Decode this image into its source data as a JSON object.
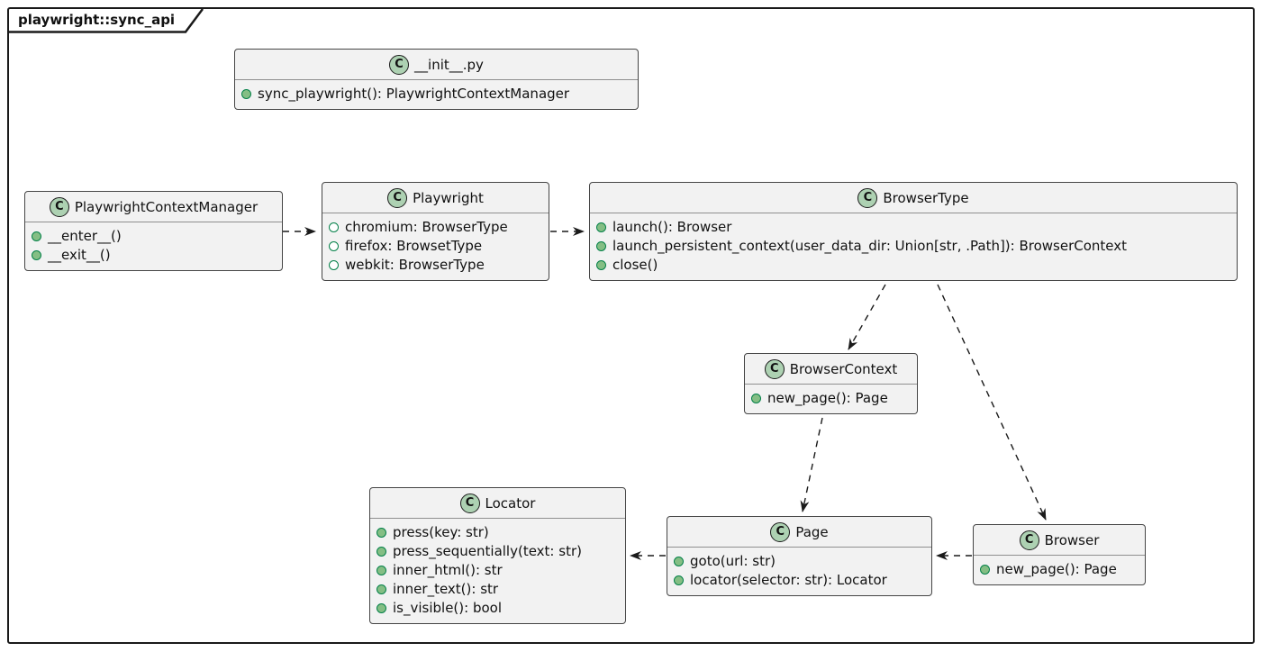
{
  "frame": {
    "label": "playwright::sync_api"
  },
  "classes": [
    {
      "name": "__init__.py",
      "stereotype": "C",
      "members": [
        {
          "kind": "method",
          "text": "sync_playwright(): PlaywrightContextManager"
        }
      ]
    },
    {
      "name": "PlaywrightContextManager",
      "stereotype": "C",
      "members": [
        {
          "kind": "method",
          "text": "__enter__()"
        },
        {
          "kind": "method",
          "text": "__exit__()"
        }
      ]
    },
    {
      "name": "Playwright",
      "stereotype": "C",
      "members": [
        {
          "kind": "field",
          "text": "chromium: BrowserType"
        },
        {
          "kind": "field",
          "text": "firefox: BrowsetType"
        },
        {
          "kind": "field",
          "text": "webkit: BrowserType"
        }
      ]
    },
    {
      "name": "BrowserType",
      "stereotype": "C",
      "members": [
        {
          "kind": "method",
          "text": "launch(): Browser"
        },
        {
          "kind": "method",
          "text": "launch_persistent_context(user_data_dir: Union[str, .Path]): BrowserContext"
        },
        {
          "kind": "method",
          "text": "close()"
        }
      ]
    },
    {
      "name": "BrowserContext",
      "stereotype": "C",
      "members": [
        {
          "kind": "method",
          "text": "new_page(): Page"
        }
      ]
    },
    {
      "name": "Locator",
      "stereotype": "C",
      "members": [
        {
          "kind": "method",
          "text": "press(key: str)"
        },
        {
          "kind": "method",
          "text": "press_sequentially(text: str)"
        },
        {
          "kind": "method",
          "text": "inner_html(): str"
        },
        {
          "kind": "method",
          "text": "inner_text(): str"
        },
        {
          "kind": "method",
          "text": "is_visible(): bool"
        }
      ]
    },
    {
      "name": "Page",
      "stereotype": "C",
      "members": [
        {
          "kind": "method",
          "text": "goto(url: str)"
        },
        {
          "kind": "method",
          "text": "locator(selector: str): Locator"
        }
      ]
    },
    {
      "name": "Browser",
      "stereotype": "C",
      "members": [
        {
          "kind": "method",
          "text": "new_page(): Page"
        }
      ]
    }
  ],
  "relations": [
    {
      "from": "PlaywrightContextManager",
      "to": "Playwright",
      "style": "dashed-arrow"
    },
    {
      "from": "Playwright",
      "to": "BrowserType",
      "style": "dashed-arrow"
    },
    {
      "from": "BrowserType",
      "to": "BrowserContext",
      "style": "dashed-arrow"
    },
    {
      "from": "BrowserType",
      "to": "Browser",
      "style": "dashed-arrow"
    },
    {
      "from": "BrowserContext",
      "to": "Page",
      "style": "dashed-arrow"
    },
    {
      "from": "Browser",
      "to": "Page",
      "style": "dashed-arrow"
    },
    {
      "from": "Page",
      "to": "Locator",
      "style": "dashed-arrow"
    }
  ],
  "colors": {
    "class_fill": "#f2f2f2",
    "class_border": "#454545",
    "stereotype_fill": "#add1b2",
    "method_bullet": "#84be84",
    "bullet_ring": "#038048",
    "arrow": "#1a1a1a"
  }
}
